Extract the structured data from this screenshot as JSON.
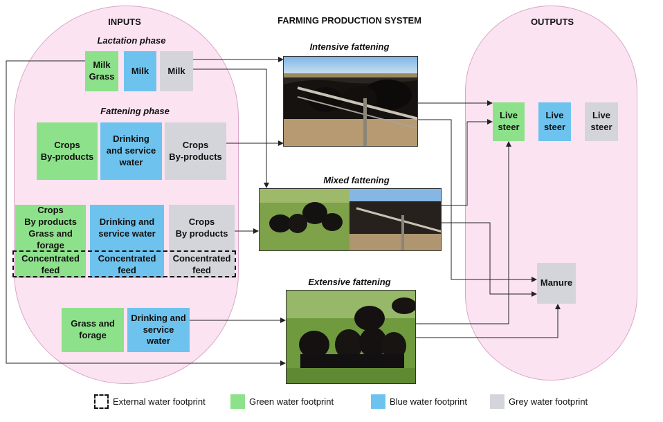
{
  "headings": {
    "inputs": "INPUTS",
    "system": "FARMING PRODUCTION SYSTEM",
    "outputs": "OUTPUTS"
  },
  "phases": {
    "lactation": "Lactation phase",
    "fattening": "Fattening phase"
  },
  "inputs": {
    "lactation": {
      "green": "Milk\nGrass",
      "blue": "Milk",
      "grey": "Milk"
    },
    "fattening_intensive": {
      "green": "Crops\nBy-products",
      "blue": "Drinking\nand service\nwater",
      "grey": "Crops\nBy-products"
    },
    "fattening_mixed": {
      "green": "Crops\nBy products\nGrass and\nforage",
      "blue": "Drinking and\nservice water",
      "grey": "Crops\nBy products"
    },
    "concentrated": {
      "green": "Concentrated\nfeed",
      "blue": "Concentrated\nfeed",
      "grey": "Concentrated\nfeed"
    },
    "extensive": {
      "green": "Grass and\nforage",
      "blue": "Drinking and\nservice\nwater"
    }
  },
  "systems": {
    "intensive": "Intensive fattening",
    "mixed": "Mixed fattening",
    "extensive": "Extensive fattening"
  },
  "outputs": {
    "live_steer": {
      "green": "Live\nsteer",
      "blue": "Live\nsteer",
      "grey": "Live\nsteer"
    },
    "manure": "Manure"
  },
  "legend": {
    "external": "External water footprint",
    "green": "Green water footprint",
    "blue": "Blue water footprint",
    "grey": "Grey water footprint"
  },
  "colors": {
    "green": "#8de18a",
    "blue": "#6ec3ee",
    "grey": "#d4d5da",
    "zone": "#fbe3f2"
  }
}
